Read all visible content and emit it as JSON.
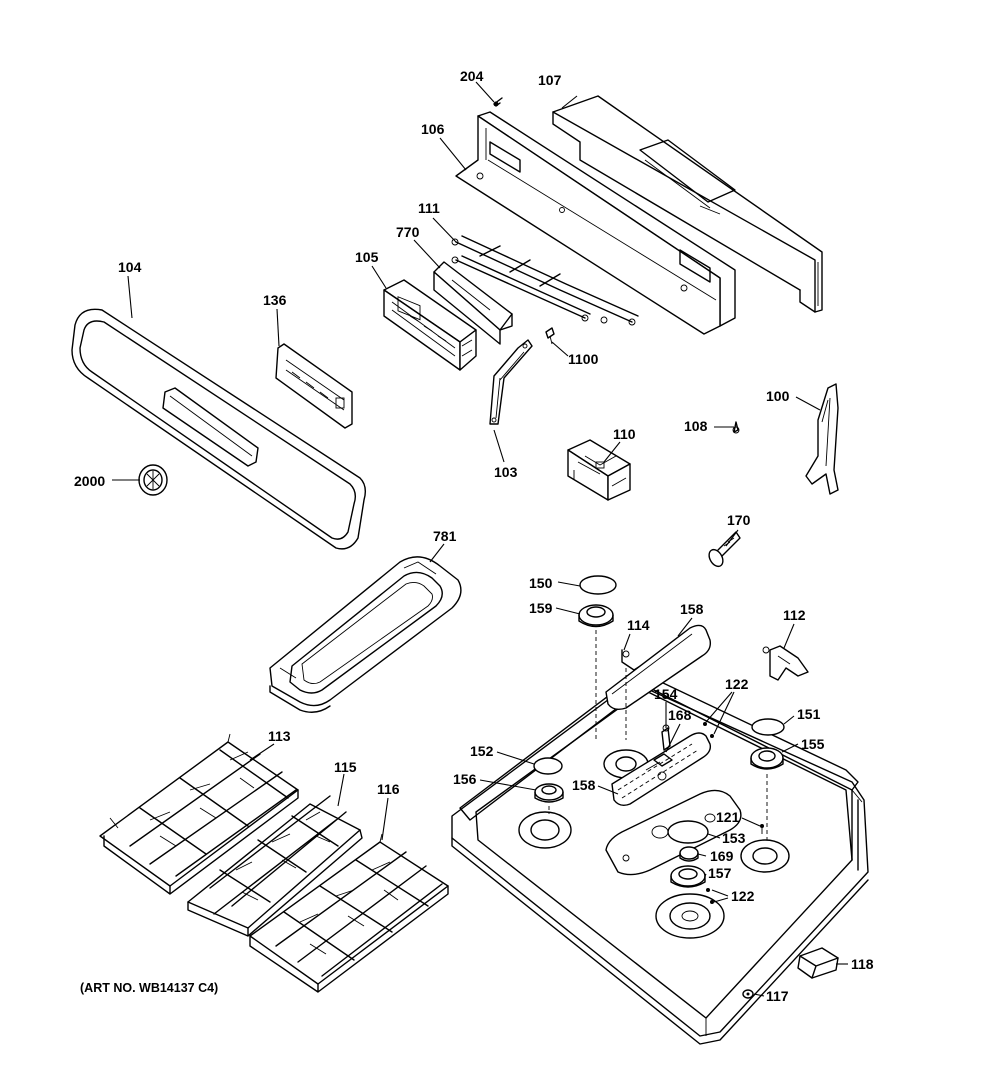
{
  "art_number": "(ART NO. WB14137 C4)",
  "callouts": {
    "c204": "204",
    "c107": "107",
    "c106": "106",
    "c111": "111",
    "c770": "770",
    "c105": "105",
    "c104": "104",
    "c136": "136",
    "c1100": "1100",
    "c100": "100",
    "c108": "108",
    "c110": "110",
    "c103": "103",
    "c2000": "2000",
    "c170": "170",
    "c781": "781",
    "c150": "150",
    "c159": "159",
    "c158a": "158",
    "c114": "114",
    "c112": "112",
    "c154": "154",
    "c122a": "122",
    "c168": "168",
    "c151": "151",
    "c155": "155",
    "c152": "152",
    "c156": "156",
    "c158b": "158",
    "c121": "121",
    "c153": "153",
    "c169": "169",
    "c157": "157",
    "c122b": "122",
    "c113": "113",
    "c115": "115",
    "c116": "116",
    "c118": "118",
    "c117": "117"
  }
}
